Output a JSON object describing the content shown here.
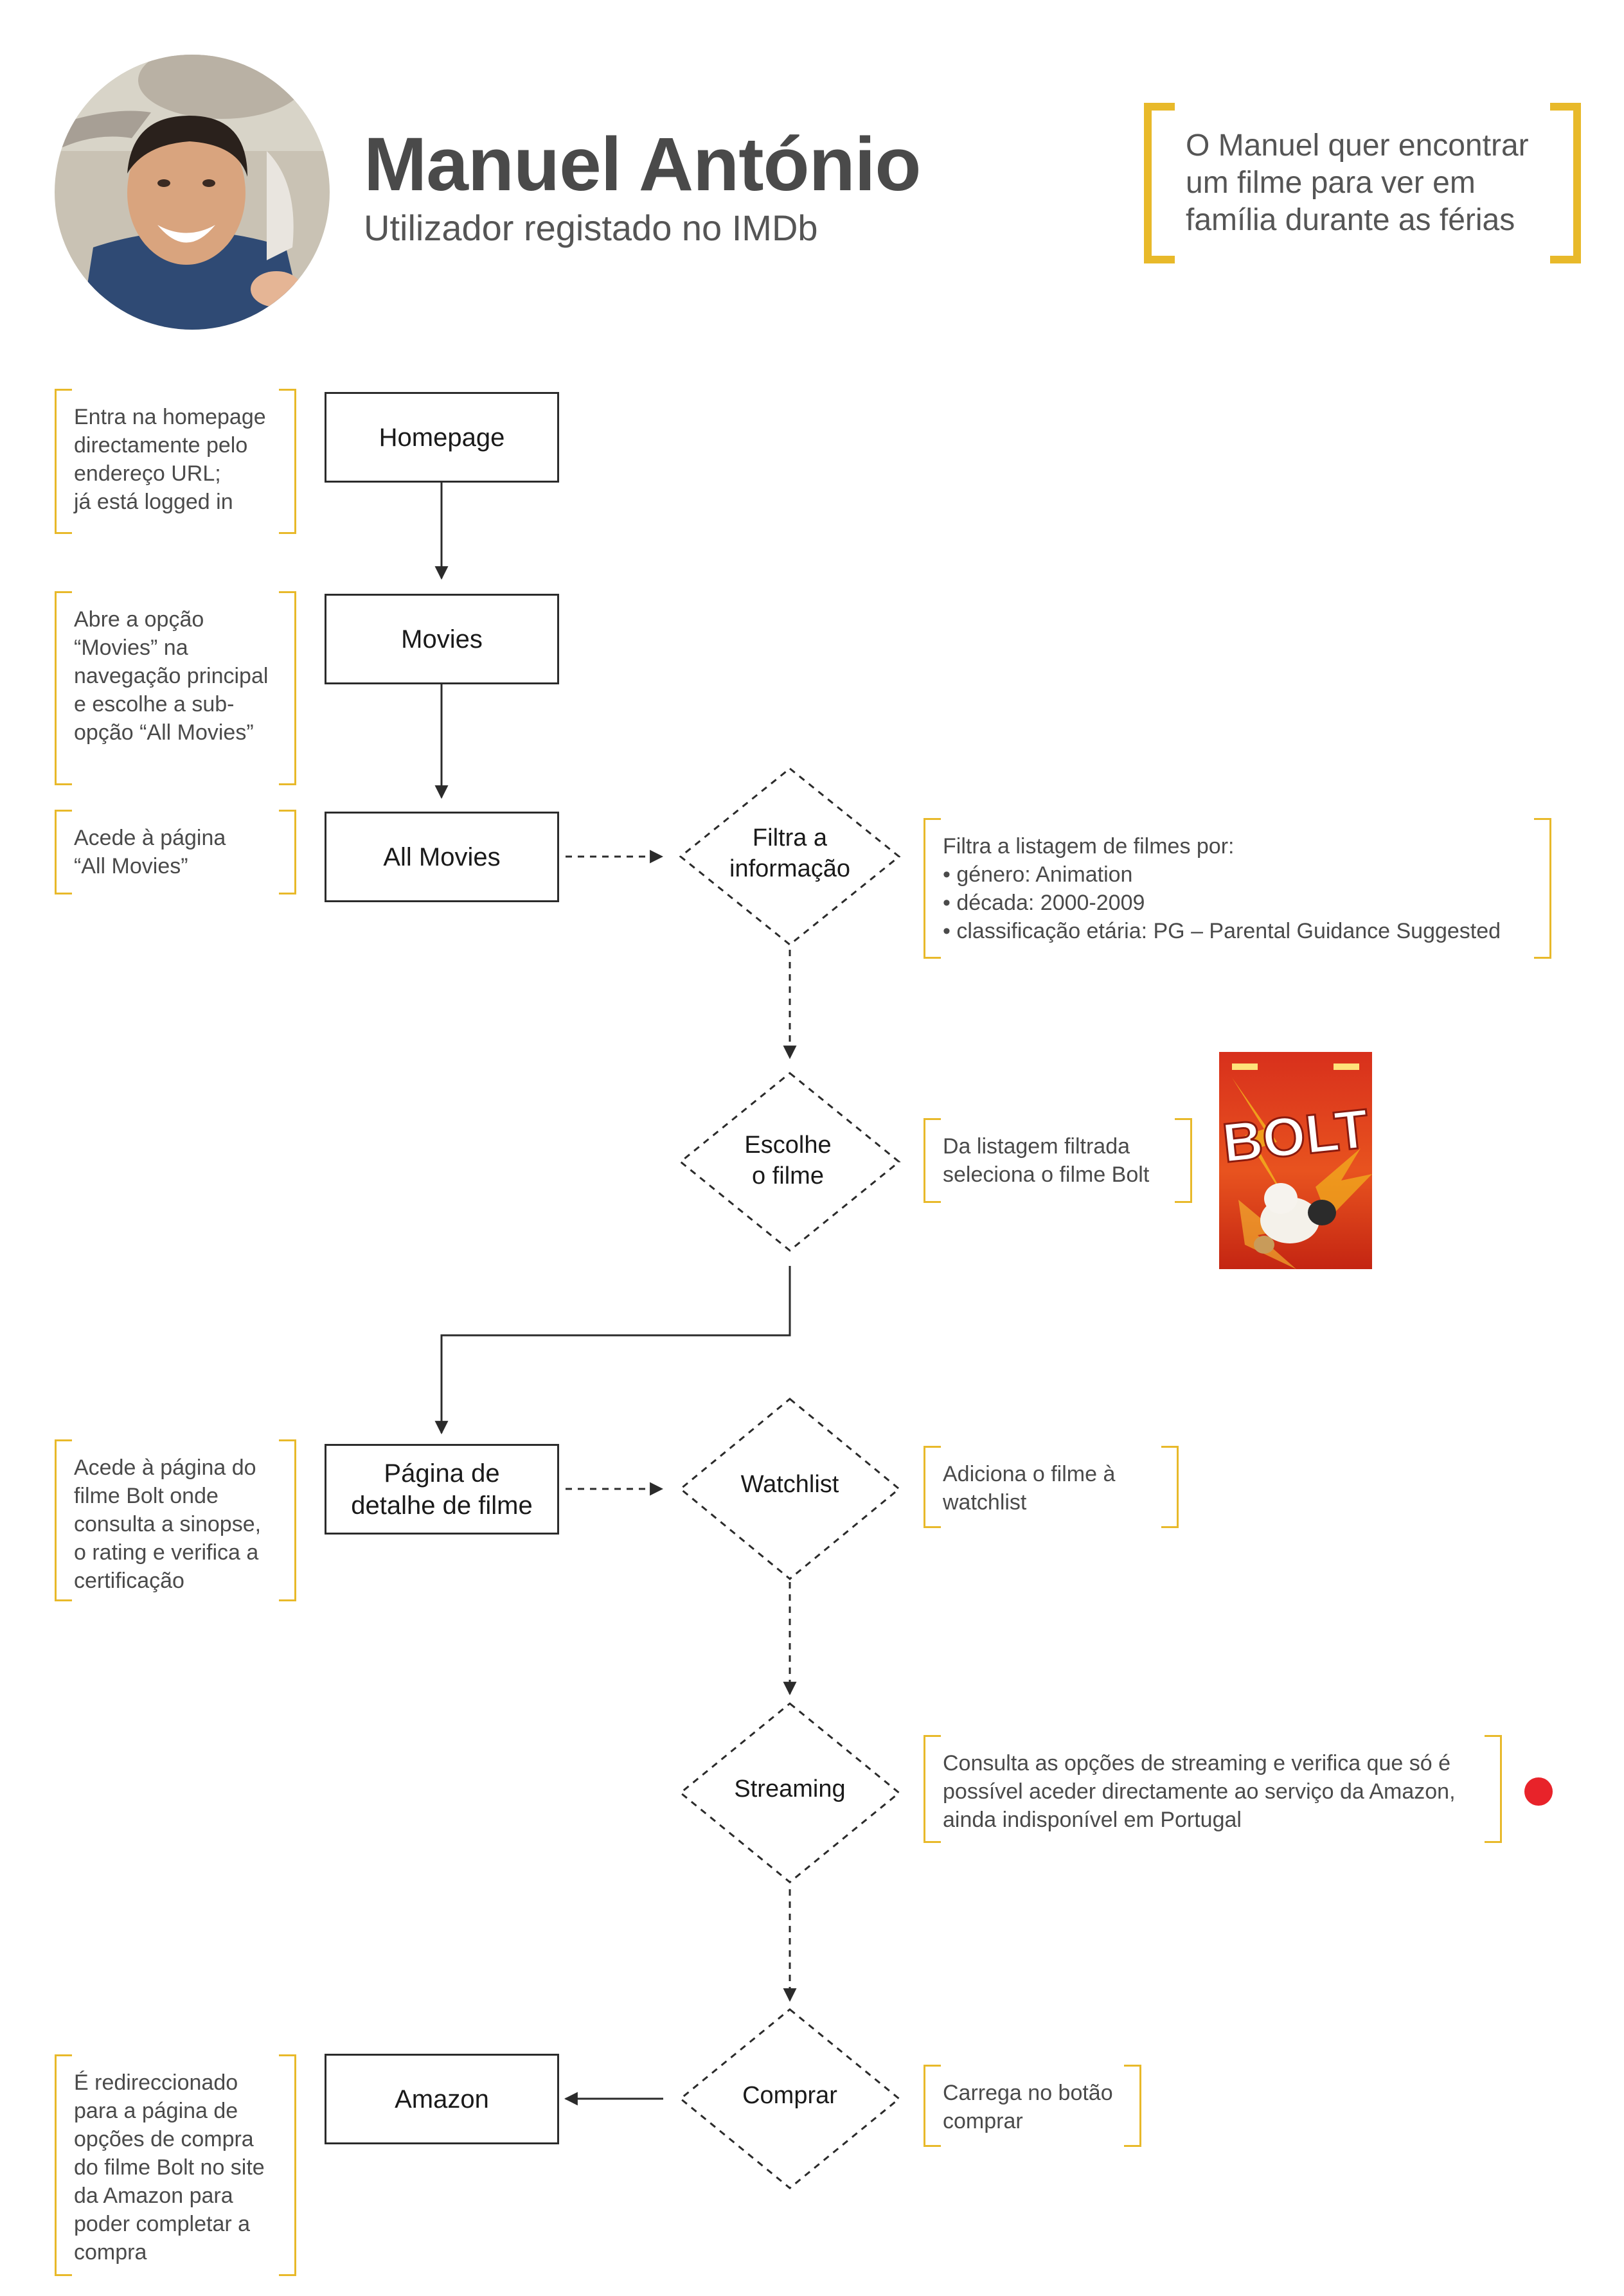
{
  "persona": {
    "name": "Manuel António",
    "role": "Utilizador registado no IMDb",
    "goal": "O Manuel quer encontrar um filme para ver em família durante as férias"
  },
  "colors": {
    "accent": "#e8b92a",
    "alert": "#e8232a",
    "text": "#4a4a4a",
    "line": "#2b2b2b"
  },
  "boxes": {
    "homepage": "Homepage",
    "movies": "Movies",
    "all_movies": "All Movies",
    "detail": "Página de\ndetalhe de filme",
    "amazon": "Amazon"
  },
  "decisions": {
    "filter": "Filtra a\ninformação",
    "choose": "Escolhe\no filme",
    "watchlist": "Watchlist",
    "streaming": "Streaming",
    "buy": "Comprar"
  },
  "notes": {
    "homepage": "Entra na homepage directamente pelo endereço URL;\njá está logged in",
    "movies": "Abre a opção “Movies” na navegação principal e escolhe a sub-opção “All Movies”",
    "all_movies": "Acede à página\n“All Movies”",
    "filter_title": "Filtra a listagem de filmes por:",
    "filter_items": [
      "género: Animation",
      "década: 2000-2009",
      "classificação etária: PG – Parental Guidance Suggested"
    ],
    "choose": "Da listagem filtrada seleciona o filme Bolt",
    "detail": "Acede à página do filme Bolt onde consulta a sinopse, o rating e verifica a certificação",
    "watchlist": "Adiciona o filme à watchlist",
    "streaming": "Consulta as opções de streaming e verifica que só é possível aceder directamente ao serviço da Amazon, ainda indisponível em Portugal",
    "buy": "Carrega no botão comprar",
    "amazon": "É redireccionado para a página de opções de compra do filme Bolt no site da Amazon para poder completar a compra"
  },
  "poster": {
    "title": "BOLT",
    "icon": "movie-poster-image"
  }
}
